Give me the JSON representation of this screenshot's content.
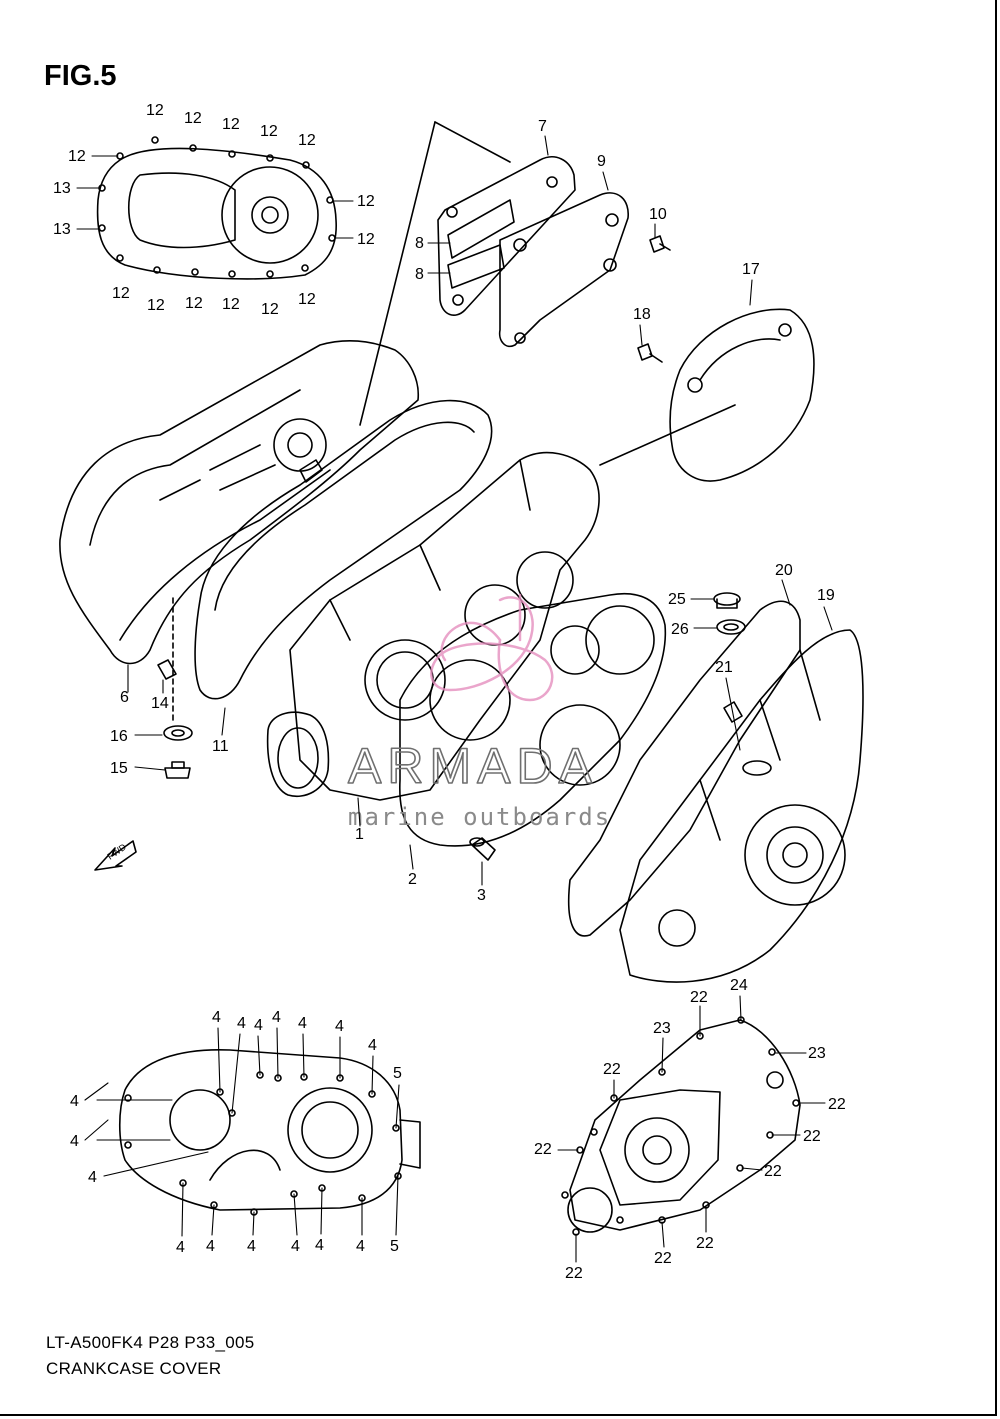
{
  "figure": {
    "title": "FIG.5"
  },
  "caption": {
    "code": "LT-A500FK4 P28 P33_005",
    "name": "CRANKCASE COVER"
  },
  "watermark": {
    "brand": "ARMADA",
    "tagline": "marine outboards",
    "logo_color": "#e58fbf"
  },
  "direction_arrow": {
    "label": "FWD"
  },
  "parts": {
    "p1": "1",
    "p2": "2",
    "p3": "3",
    "p4": "4",
    "p5": "5",
    "p6": "6",
    "p7": "7",
    "p8": "8",
    "p9": "9",
    "p10": "10",
    "p11": "11",
    "p12": "12",
    "p13": "13",
    "p14": "14",
    "p15": "15",
    "p16": "16",
    "p17": "17",
    "p18": "18",
    "p19": "19",
    "p20": "20",
    "p21": "21",
    "p22": "22",
    "p23": "23",
    "p24": "24",
    "p25": "25",
    "p26": "26"
  }
}
